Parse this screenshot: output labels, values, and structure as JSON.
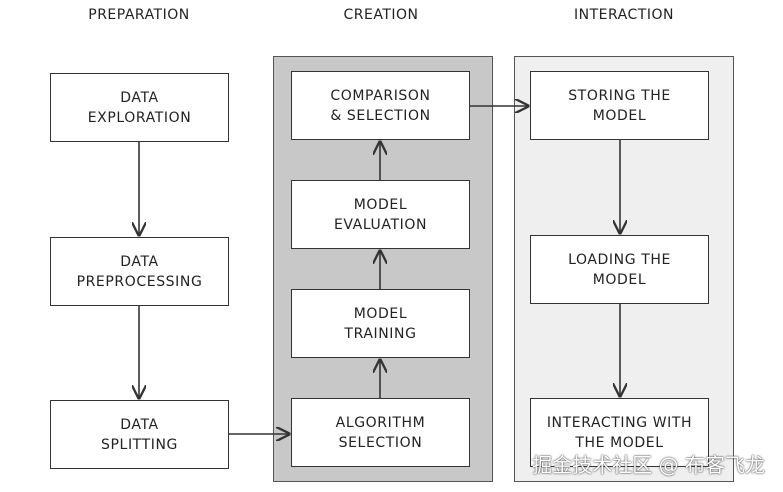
{
  "columns": {
    "preparation": "PREPARATION",
    "creation": "CREATION",
    "interaction": "INTERACTION"
  },
  "boxes": {
    "data_exploration": "DATA\nEXPLORATION",
    "data_preprocessing": "DATA\nPREPROCESSING",
    "data_splitting": "DATA\nSPLITTING",
    "comparison_selection": "COMPARISON\n& SELECTION",
    "model_evaluation": "MODEL\nEVALUATION",
    "model_training": "MODEL\nTRAINING",
    "algorithm_selection": "ALGORITHM\nSELECTION",
    "storing_model": "STORING THE\nMODEL",
    "loading_model": "LOADING THE\nMODEL",
    "interacting_model": "INTERACTING WITH\nTHE MODEL"
  },
  "watermark": "掘金技术社区 @ 布客飞龙"
}
